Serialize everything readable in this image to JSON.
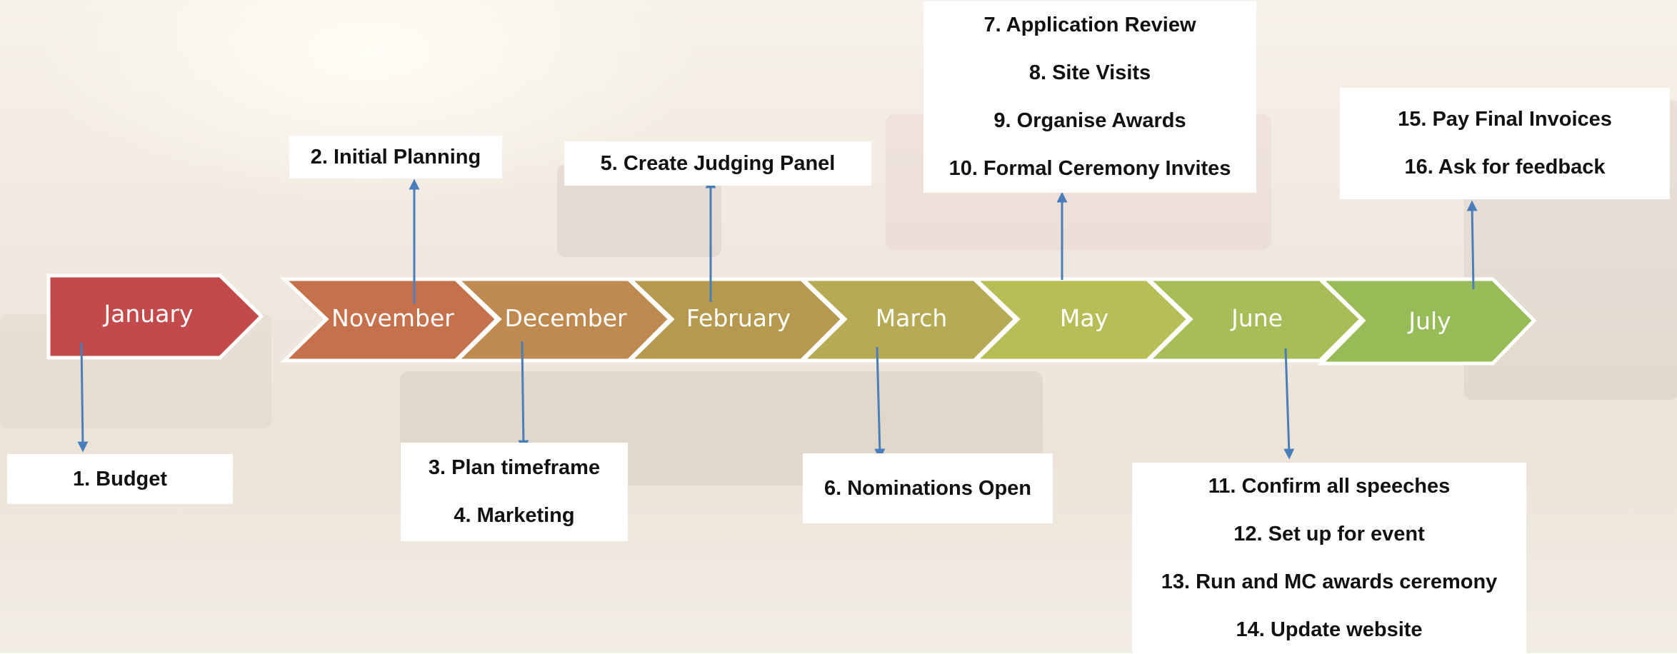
{
  "months": [
    {
      "label": "January",
      "color": "#c24a4b"
    },
    {
      "label": "November",
      "color": "#c5714c"
    },
    {
      "label": "December",
      "color": "#bf8a4f"
    },
    {
      "label": "February",
      "color": "#b5994f"
    },
    {
      "label": "March",
      "color": "#b7aa54"
    },
    {
      "label": "May",
      "color": "#b8be56"
    },
    {
      "label": "June",
      "color": "#a8bc57"
    },
    {
      "label": "July",
      "color": "#97bb56"
    }
  ],
  "tasks": {
    "budget": [
      "1. Budget"
    ],
    "initial_planning": [
      "2. Initial Planning"
    ],
    "plan_marketing": [
      "3. Plan timeframe",
      "4. Marketing"
    ],
    "judging_panel": [
      "5. Create Judging Panel"
    ],
    "nominations": [
      "6. Nominations Open"
    ],
    "may_group": [
      "7. Application Review",
      "8. Site Visits",
      "9. Organise Awards",
      "10. Formal Ceremony Invites"
    ],
    "june_group": [
      "11. Confirm all speeches",
      "12. Set up for event",
      "13. Run and MC awards ceremony",
      "14. Update website"
    ],
    "july_group": [
      "15. Pay Final Invoices",
      "16. Ask for feedback"
    ]
  },
  "colors": {
    "arrow": "#4a7ebb",
    "box": "#ffffff"
  }
}
